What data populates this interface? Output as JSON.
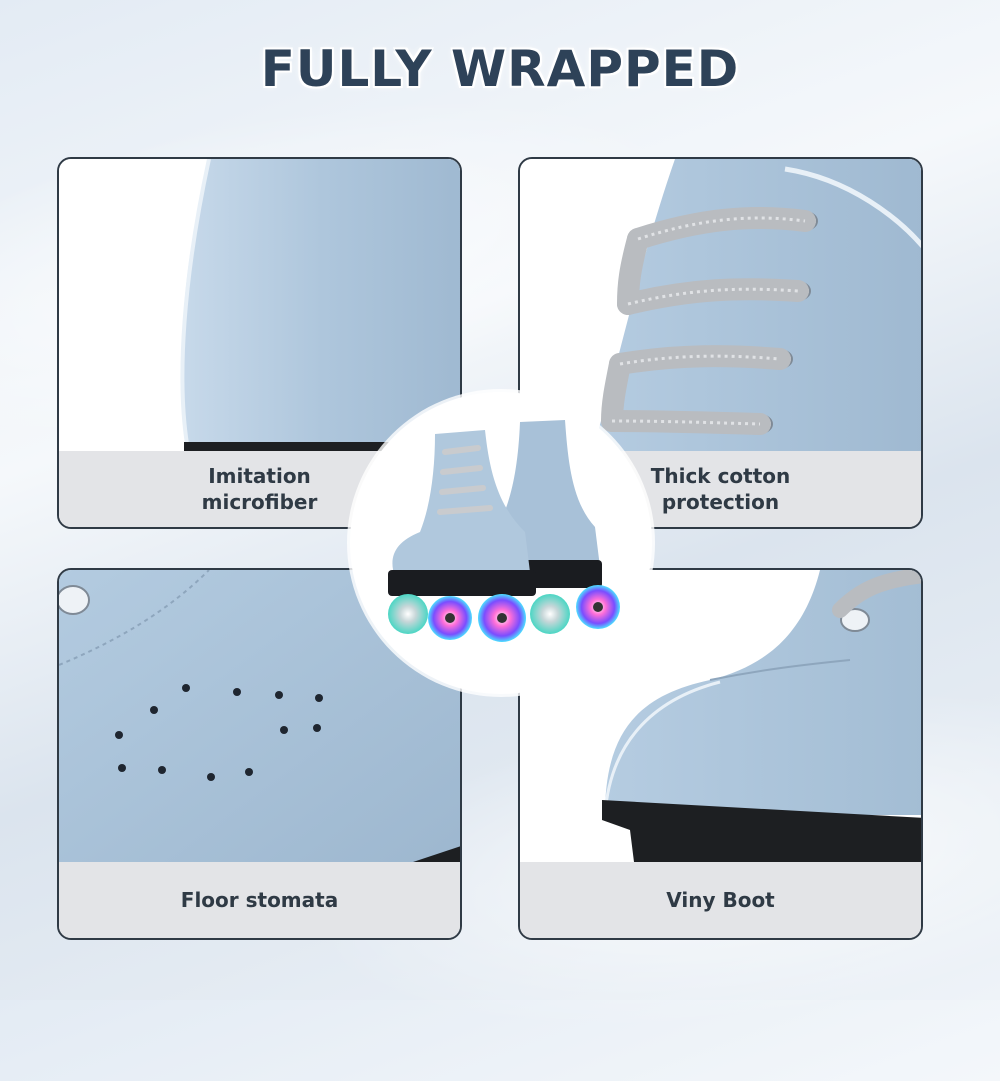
{
  "header": {
    "title": "FULLY WRAPPED"
  },
  "features": [
    {
      "label": "Imitation microfiber"
    },
    {
      "label": "Thick cotton protection"
    },
    {
      "label": "Floor stomata"
    },
    {
      "label": "Viny Boot"
    }
  ],
  "colors": {
    "boot_blue": "#a9c2d8",
    "title": "#2e4258",
    "border": "#2f3a45",
    "caption_bg": "#e3e4e7"
  }
}
